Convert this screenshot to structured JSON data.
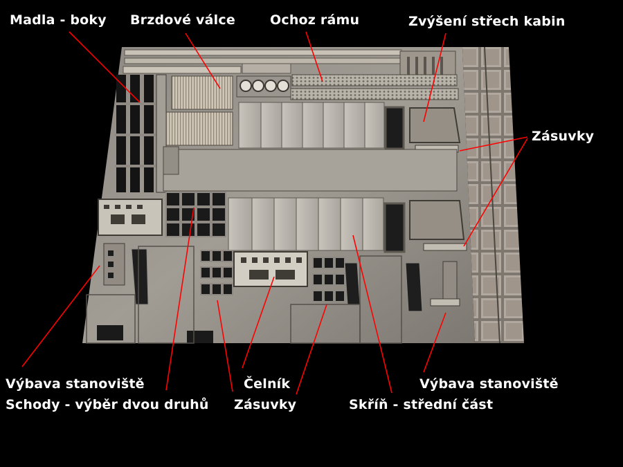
{
  "labels": {
    "madla_boky": "Madla - boky",
    "brzdove_valce": "Brzdové válce",
    "ochoz_ramu": "Ochoz rámu",
    "zvyseni_strech": "Zvýšení střech kabin",
    "zasuvky_right": "Zásuvky",
    "vybava_left": "Výbava stanoviště",
    "schody": "Schody - výběr dvou druhů",
    "celnik": "Čelník",
    "zasuvky_bottom": "Zásuvky",
    "skrin": "Skříň - střední část",
    "vybava_right": "Výbava stanoviště"
  },
  "colors": {
    "background": "#000000",
    "label_text": "#ffffff",
    "leader_line": "#ff0000",
    "sheet_metal": "#9a958d"
  }
}
